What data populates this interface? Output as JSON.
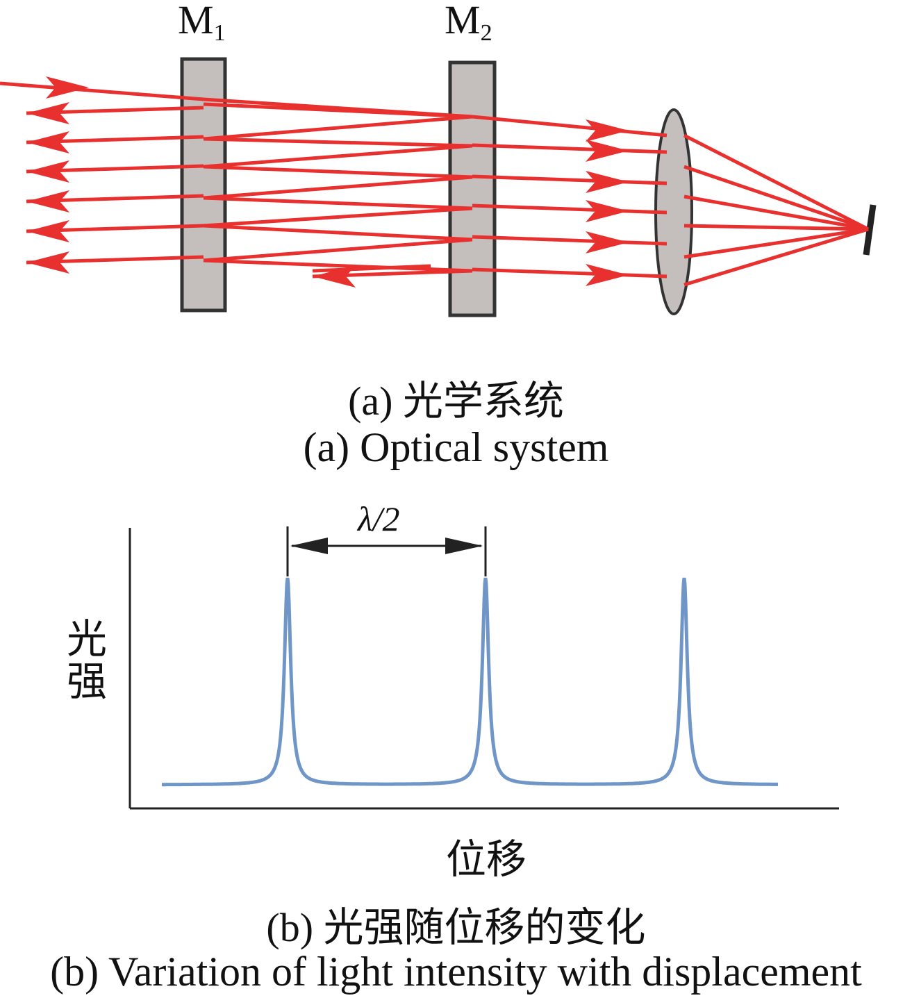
{
  "panel_a": {
    "mirror1_label": "M",
    "mirror1_sub": "1",
    "mirror2_label": "M",
    "mirror2_sub": "2",
    "caption_cn": "(a) 光学系统",
    "caption_en": "(a) Optical system",
    "beam_color": "#e8312f",
    "mirror_fill": "#c4bfbc"
  },
  "panel_b": {
    "spacing_label": "λ/2",
    "ylabel": "光强",
    "xlabel": "位移",
    "caption_cn": "(b) 光强随位移的变化",
    "caption_en": "(b) Variation of light intensity with displacement",
    "curve_color": "#7096c8"
  },
  "chart_data": {
    "type": "line",
    "title": "",
    "xlabel": "位移",
    "ylabel": "光强",
    "annotation": "λ/2",
    "peak_spacing": 0.5,
    "peaks_at": [
      0,
      0.5,
      1.0
    ],
    "peak_units": "λ",
    "series": [
      {
        "values_description_free": true
      }
    ]
  }
}
